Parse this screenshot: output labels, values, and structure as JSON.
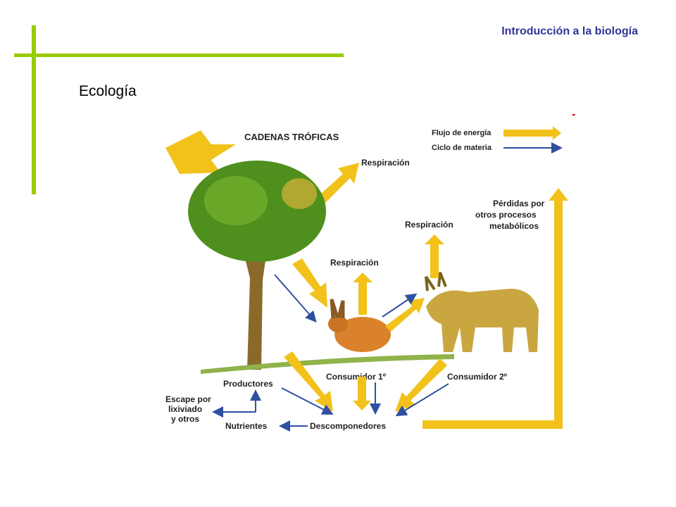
{
  "header": {
    "course": "Introducción a la biología"
  },
  "slide": {
    "title": "Ecología",
    "marker": "-"
  },
  "diagram": {
    "title": "CADENAS TRÓFICAS",
    "legend": {
      "energy": "Flujo de energía",
      "matter": "Ciclo de materia"
    },
    "labels": {
      "respiration_top": "Respiración",
      "respiration_mid": "Respiración",
      "respiration_right": "Respiración",
      "losses": [
        "Pérdidas por",
        "otros procesos",
        "metabólicos"
      ],
      "producers": "Productores",
      "consumer1": "Consumidor 1º",
      "consumer2": "Consumidor 2º",
      "nutrients": "Nutrientes",
      "decomposers": "Descomponedores",
      "leaching": [
        "Escape por",
        "lixiviado",
        "y otros"
      ]
    },
    "colors": {
      "energy": "#f2c21b",
      "matter": "#2f4fa0",
      "foliage": "#4f8f1e",
      "trunk": "#8a6a2a",
      "rabbit": "#d9822b",
      "lynx": "#c9a640"
    }
  }
}
